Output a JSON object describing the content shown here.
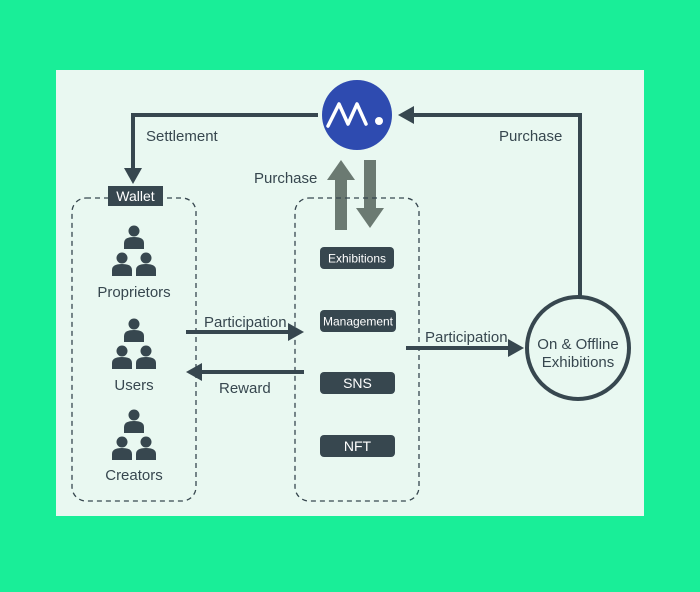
{
  "colors": {
    "background": "#19ee98",
    "panel": "#e9f8f1",
    "dark": "#37474f",
    "logo_blue": "#2e4bb0",
    "arrow_gray": "#6b7a72"
  },
  "logo": {
    "icon": "wave-dot-logo-icon"
  },
  "edges": {
    "settlement": "Settlement",
    "purchase_left": "Purchase",
    "purchase_right": "Purchase",
    "participation_left": "Participation",
    "reward": "Reward",
    "participation_right": "Participation"
  },
  "wallet": {
    "title": "Wallet",
    "groups": [
      {
        "label": "Proprietors",
        "icon": "people-group-icon"
      },
      {
        "label": "Users",
        "icon": "people-group-icon"
      },
      {
        "label": "Creators",
        "icon": "people-group-icon"
      }
    ]
  },
  "platform": {
    "items": [
      "Exhibitions",
      "Management",
      "SNS",
      "NFT"
    ]
  },
  "exhibitions_node": {
    "line1": "On & Offline",
    "line2": "Exhibitions"
  }
}
